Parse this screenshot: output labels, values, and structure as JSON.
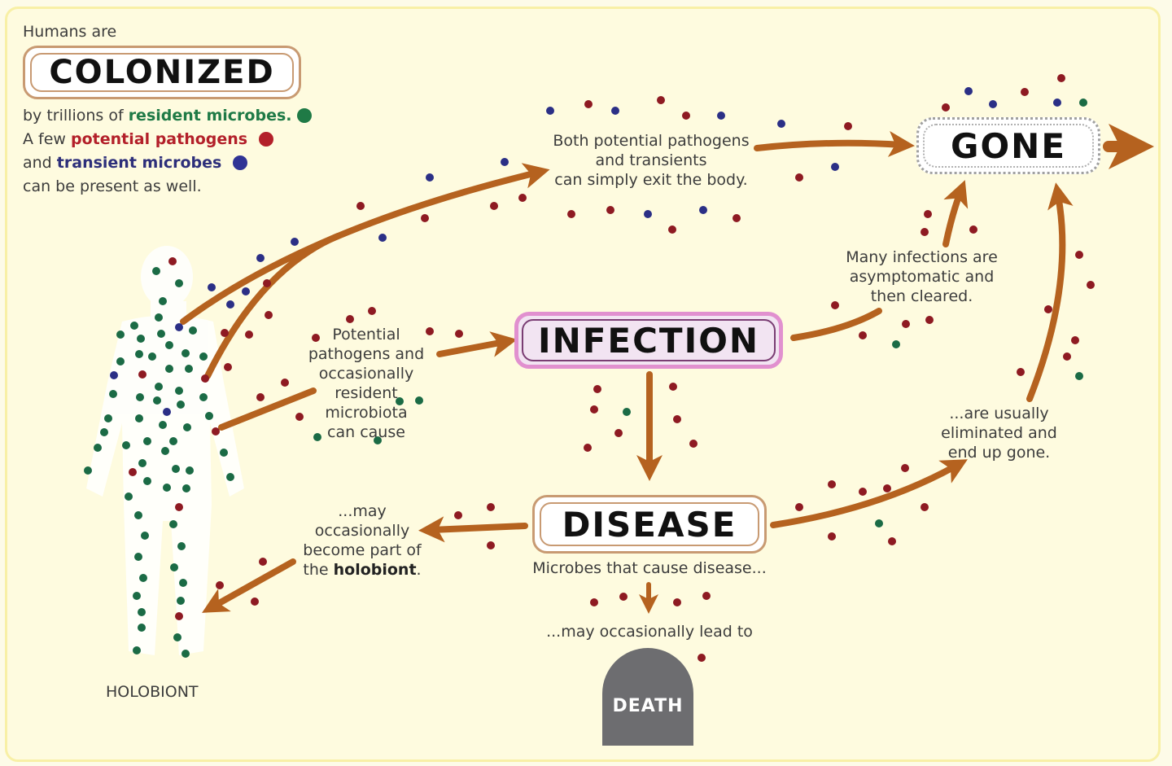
{
  "colors": {
    "background": "#fefbdf",
    "panel_border": "#f8f0a6",
    "arrow": "#b5621f",
    "resident_microbe": "#1b6b45",
    "potential_pathogen": "#8e1a22",
    "transient_microbe": "#2b2f86",
    "infection_border": "#e190cf",
    "death_stone": "#6d6d70"
  },
  "intro": {
    "humans_are": "Humans are",
    "colonized": "COLONIZED",
    "line1_prefix": "by trillions of ",
    "line1_highlight": "resident microbes.",
    "line2_prefix": "A few ",
    "line2_highlight": "potential pathogens",
    "line3_prefix": "and ",
    "line3_highlight": "transient microbes",
    "line4": "can be present as well."
  },
  "legend": [
    {
      "label": "resident microbes",
      "color": "#1b6b45"
    },
    {
      "label": "potential pathogens",
      "color": "#b3202a"
    },
    {
      "label": "transient microbes",
      "color": "#2f3395"
    }
  ],
  "nodes": {
    "infection": "INFECTION",
    "disease": "DISEASE",
    "gone": "GONE",
    "death": "DEATH",
    "holobiont": "HOLOBIONT"
  },
  "annotations": {
    "exit_body": [
      "Both potential pathogens",
      "and transients",
      "can simply exit the body."
    ],
    "cause_infection": [
      "Potential",
      "pathogens and",
      "occasionally",
      "resident",
      "microbiota",
      "can cause"
    ],
    "asymptomatic": [
      "Many infections are",
      "asymptomatic and",
      "then cleared."
    ],
    "eliminated": [
      "...are usually",
      "eliminated and",
      "end up gone."
    ],
    "holobiont_part_lines": [
      "...may",
      "occasionally",
      "become part of"
    ],
    "holobiont_part_prefix": "the ",
    "holobiont_part_bold": "holobiont",
    "holobiont_part_suffix": ".",
    "disease_caption": "Microbes that cause disease...",
    "death_lead": "...may occasionally lead to"
  }
}
